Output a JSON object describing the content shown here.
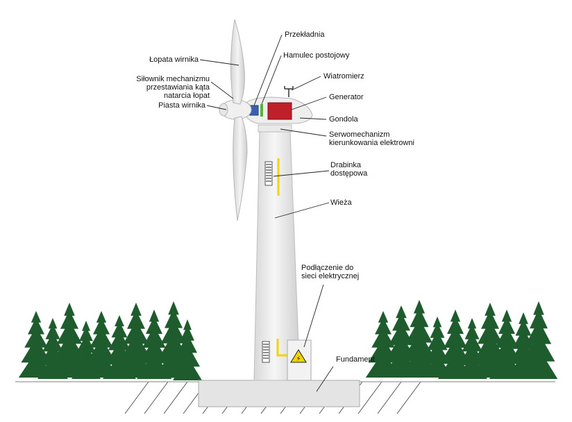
{
  "labels": {
    "lopata": "Łopata wirnika",
    "silownik": "Siłownik mechanizmu\nprzestawiania kąta\nnatarcia łopat",
    "piasta": "Piasta wirnika",
    "przekladnia": "Przekładnia",
    "hamulec": "Hamulec postojowy",
    "wiatromierz": "Wiatromierz",
    "generator": "Generator",
    "gondola": "Gondola",
    "serwo": "Serwomechanizm\nkierunkowania elektrowni",
    "drabinka": "Drabinka\ndostępowa",
    "wieza": "Wieża",
    "podlaczenie": "Podłączenie do\nsieci elektrycznej",
    "fundament": "Fundament"
  },
  "colors": {
    "tower": "#ececec",
    "tower_edge": "#bdbdbd",
    "trees": "#1e5c2e",
    "generator": "#c0202a",
    "gearbox": "#3b5fb0",
    "brake": "#58b23a",
    "ladder_line": "#f2d400",
    "ground": "#dadada"
  },
  "icons": {
    "warning": "high-voltage-warning-icon"
  }
}
